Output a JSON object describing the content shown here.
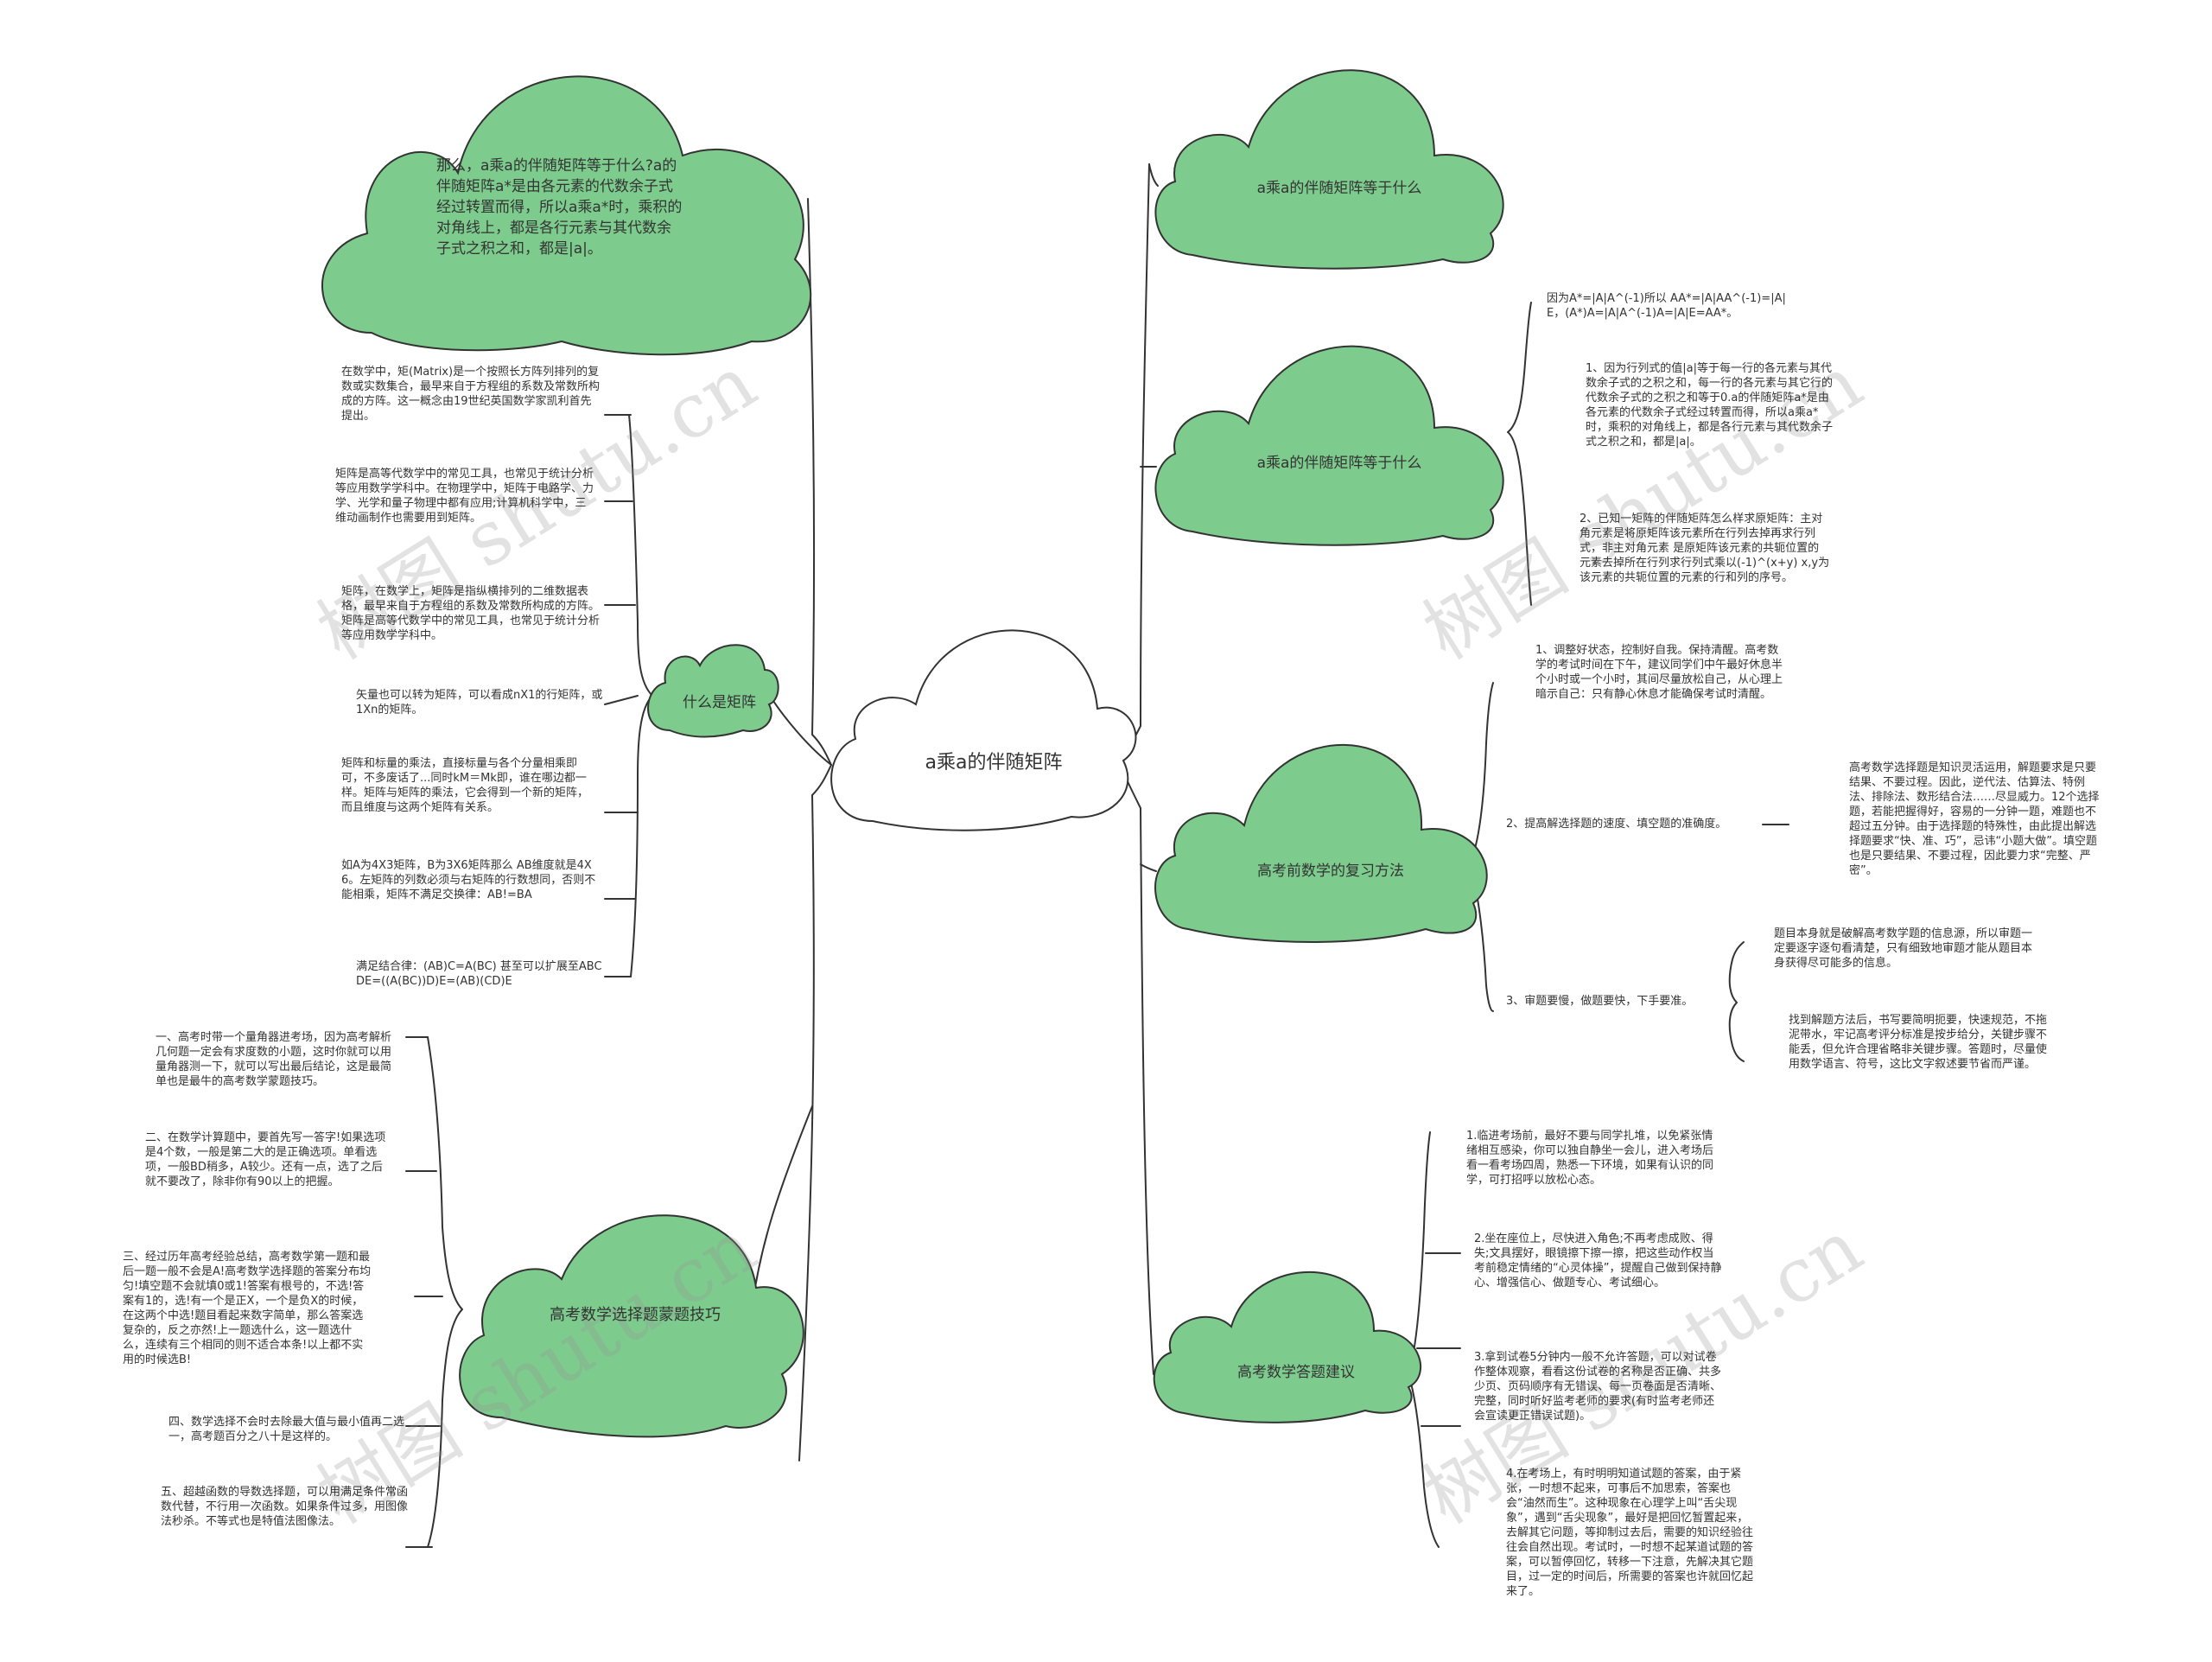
{
  "center": {
    "label": "a乘a的伴随矩阵"
  },
  "left_branches": {
    "top_note": "那么，a乘a的伴随矩阵等于什么?a的伴随矩阵a*是由各元素的代数余子式经过转置而得，所以a乘a*时，乘积的对角线上，都是各行元素与其代数余子式之积之和，都是|a|。",
    "matrix": {
      "label": "什么是矩阵",
      "items": [
        "在数学中，矩(Matrix)是一个按照长方阵列排列的复数或实数集合，最早来自于方程组的系数及常数所构成的方阵。这一概念由19世纪英国数学家凯利首先提出。",
        "矩阵是高等代数学中的常见工具，也常见于统计分析等应用数学学科中。在物理学中，矩阵于电路学、力学、光学和量子物理中都有应用;计算机科学中，三维动画制作也需要用到矩阵。",
        "矩阵，在数学上，矩阵是指纵横排列的二维数据表格，最早来自于方程组的系数及常数所构成的方阵。矩阵是高等代数学中的常见工具，也常见于统计分析等应用数学学科中。",
        "矢量也可以转为矩阵，可以看成nX1的行矩阵，或1Xn的矩阵。",
        "矩阵和标量的乘法，直接标量与各个分量相乘即可，不多废话了...同时kM＝Mk即，谁在哪边都一样。矩阵与矩阵的乘法，它会得到一个新的矩阵，而且维度与这两个矩阵有关系。",
        "如A为4X3矩阵，B为3X6矩阵那么 AB维度就是4X6。左矩阵的列数必须与右矩阵的行数想同，否则不能相乘，矩阵不满足交换律：AB!=BA",
        "满足结合律：(AB)C=A(BC) 甚至可以扩展至ABCDE=((A(BC))D)E=(AB)(CD)E"
      ]
    },
    "choice": {
      "label": "高考数学选择题蒙题技巧",
      "items": [
        "一、高考时带一个量角器进考场，因为高考解析几何题一定会有求度数的小题，这时你就可以用量角器测一下，就可以写出最后结论，这是最简单也是最牛的高考数学蒙题技巧。",
        "二、在数学计算题中，要首先写一答字!如果选项是4个数，一般是第二大的是正确选项。单看选项，一般BD稍多，A较少。还有一点，选了之后就不要改了，除非你有90以上的把握。",
        "三、经过历年高考经验总结，高考数学第一题和最后一题一般不会是A!高考数学选择题的答案分布均匀!填空题不会就填0或1!答案有根号的，不选!答案有1的，选!有一个是正X，一个是负X的时候，在这两个中选!题目看起来数字简单，那么答案选复杂的，反之亦然!上一题选什么，这一题选什么，连续有三个相同的则不适合本条!以上都不实用的时候选B!",
        "四、数学选择不会时去除最大值与最小值再二选一，高考题百分之八十是这样的。",
        "五、超越函数的导数选择题，可以用满足条件常函数代替，不行用一次函数。如果条件过多，用图像法秒杀。不等式也是特值法图像法。"
      ]
    }
  },
  "right_branches": {
    "top_cloud": {
      "label": "a乘a的伴随矩阵等于什么"
    },
    "adjugate": {
      "label": "a乘a的伴随矩阵等于什么",
      "items": [
        "因为A*=|A|A^(-1)所以 AA*=|A|AA^(-1)=|A|E，(A*)A=|A|A^(-1)A=|A|E=AA*。",
        "1、因为行列式的值|a|等于每一行的各元素与其代数余子式的之积之和，每一行的各元素与其它行的代数余子式的之积之和等于0.a的伴随矩阵a*是由各元素的代数余子式经过转置而得，所以a乘a*时，乘积的对角线上，都是各行元素与其代数余子式之积之和，都是|a|。",
        "2、已知一矩阵的伴随矩阵怎么样求原矩阵：主对角元素是将原矩阵该元素所在行列去掉再求行列式，非主对角元素 是原矩阵该元素的共轭位置的元素去掉所在行列求行列式乘以(-1)^(x+y) x,y为该元素的共轭位置的元素的行和列的序号。"
      ]
    },
    "review": {
      "label": "高考前数学的复习方法",
      "items": [
        "1、调整好状态，控制好自我。保持清醒。高考数学的考试时间在下午，建议同学们中午最好休息半个小时或一个小时，其间尽量放松自己，从心理上暗示自己：只有静心休息才能确保考试时清醒。",
        "2、提高解选择题的速度、填空题的准确度。",
        "3、审题要慢，做题要快，下手要准。"
      ],
      "sub_items_2": [
        "高考数学选择题是知识灵活运用，解题要求是只要结果、不要过程。因此，逆代法、估算法、特例法、排除法、数形结合法……尽显威力。12个选择题，若能把握得好，容易的一分钟一题，难题也不超过五分钟。由于选择题的特殊性，由此提出解选择题要求“快、准、巧”，忌讳“小题大做”。填空题也是只要结果、不要过程，因此要力求“完整、严密”。"
      ],
      "sub_items_3": [
        "题目本身就是破解高考数学题的信息源，所以审题一定要逐字逐句看清楚，只有细致地审题才能从题目本身获得尽可能多的信息。",
        "找到解题方法后，书写要简明扼要，快速规范，不拖泥带水，牢记高考评分标准是按步给分，关键步骤不能丢，但允许合理省略非关键步骤。答题时，尽量使用数学语言、符号，这比文字叙述要节省而严谨。"
      ]
    },
    "answer": {
      "label": "高考数学答题建议",
      "items": [
        "1.临进考场前，最好不要与同学扎堆，以免紧张情绪相互感染，你可以独自静坐一会儿，进入考场后看一看考场四周，熟悉一下环境，如果有认识的同学，可打招呼以放松心态。",
        "2.坐在座位上，尽快进入角色;不再考虑成败、得失;文具摆好，眼镜擦下擦一擦，把这些动作权当考前稳定情绪的“心灵体操”，提醒自己做到保持静心、增强信心、做题专心、考试细心。",
        "3.拿到试卷5分钟内一般不允许答题，可以对试卷作整体观察，看看这份试卷的名称是否正确、共多少页、页码顺序有无错误、每一页卷面是否清晰、完整，同时听好监考老师的要求(有时监考老师还会宣读更正错误试题)。",
        "4.在考场上，有时明明知道试题的答案，由于紧张，一时想不起来，可事后不加思索，答案也会“油然而生”。这种现象在心理学上叫“舌尖现象”，遇到“舌尖现象”，最好是把回忆暂置起来，去解其它问题，等抑制过去后，需要的知识经验往往会自然出现。考试时，一时想不起某道试题的答案，可以暂停回忆，转移一下注意，先解决其它题目，过一定的时间后，所需要的答案也许就回忆起来了。"
      ]
    }
  },
  "watermark": "树图 shutu.cn",
  "colors": {
    "cloud_fill": "#7dcb8d",
    "stroke": "#333333",
    "center_fill": "#ffffff"
  }
}
